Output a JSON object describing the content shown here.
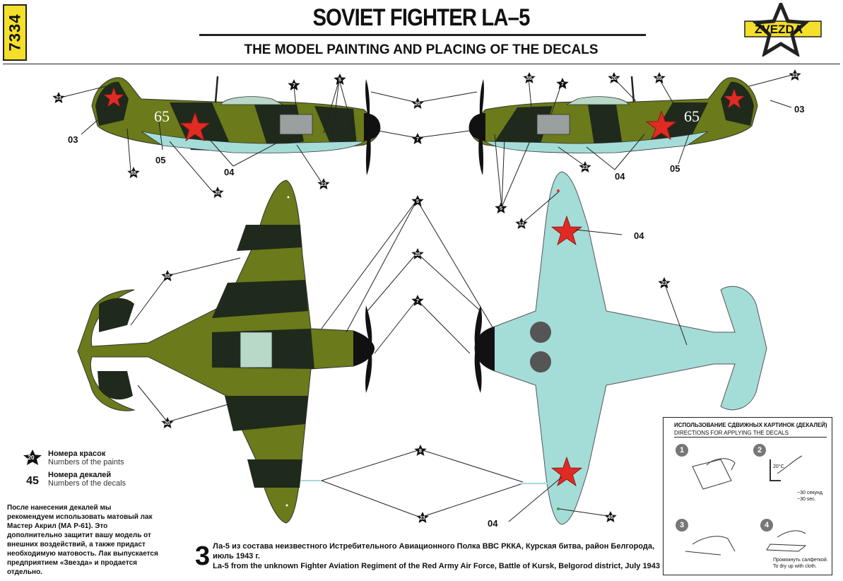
{
  "header": {
    "code": "7334",
    "title": "SOVIET FIGHTER LA–5",
    "subtitle": "THE MODEL PAINTING AND PLACING OF THE DECALS",
    "logo": "ZVEZDA"
  },
  "colors": {
    "olive": "#6b7a1a",
    "dark": "#1f2a1c",
    "light_blue": "#a4dcd8",
    "red_star": "#e02a24",
    "code_yellow": "#f4df2a"
  },
  "paint_badges": [
    "23",
    "5",
    "7",
    "55",
    "20",
    "12",
    "8",
    "45"
  ],
  "decal_labels": [
    "03",
    "04",
    "05"
  ],
  "side_number": "65",
  "legend": {
    "paints_ru": "Номера красок",
    "paints_en": "Numbers of the paints",
    "paints_sample": "20",
    "decals_ru": "Номера декалей",
    "decals_en": "Numbers of the decals",
    "decals_sample": "45"
  },
  "note": "После нанесения декалей мы рекомендуем использовать матовый лак Мастер Акрил (МА Р-61). Это дополнительно защитит вашу модель от внешних воздействий, а также придаст необходимую матовость. Лак выпускается предприятием «Звезда» и продается отдельно.",
  "caption": {
    "number": "3",
    "ru": "Ла-5 из состава неизвестного Истребительного Авиационного Полка ВВС РККА, Курская битва, район Белгорода, июль 1943 г.",
    "en": "La-5 from the unknown Fighter Aviation Regiment of the Red Army Air Force, Battle of Kursk, Belgorod district, July 1943"
  },
  "directions": {
    "title_ru": "ИСПОЛЬЗОВАНИЕ СДВИЖНЫХ КАРТИНОК (ДЕКАЛЕЙ)",
    "title_en": "DIRECTIONS FOR APPLYING THE DECALS",
    "steps": [
      "1",
      "2",
      "3",
      "4"
    ],
    "temp": "20°C",
    "time_ru": "~30 секунд.",
    "time_en": "~30 sec.",
    "dry_ru": "Промокнуть салфеткой.",
    "dry_en": "To dry up with cloth."
  }
}
